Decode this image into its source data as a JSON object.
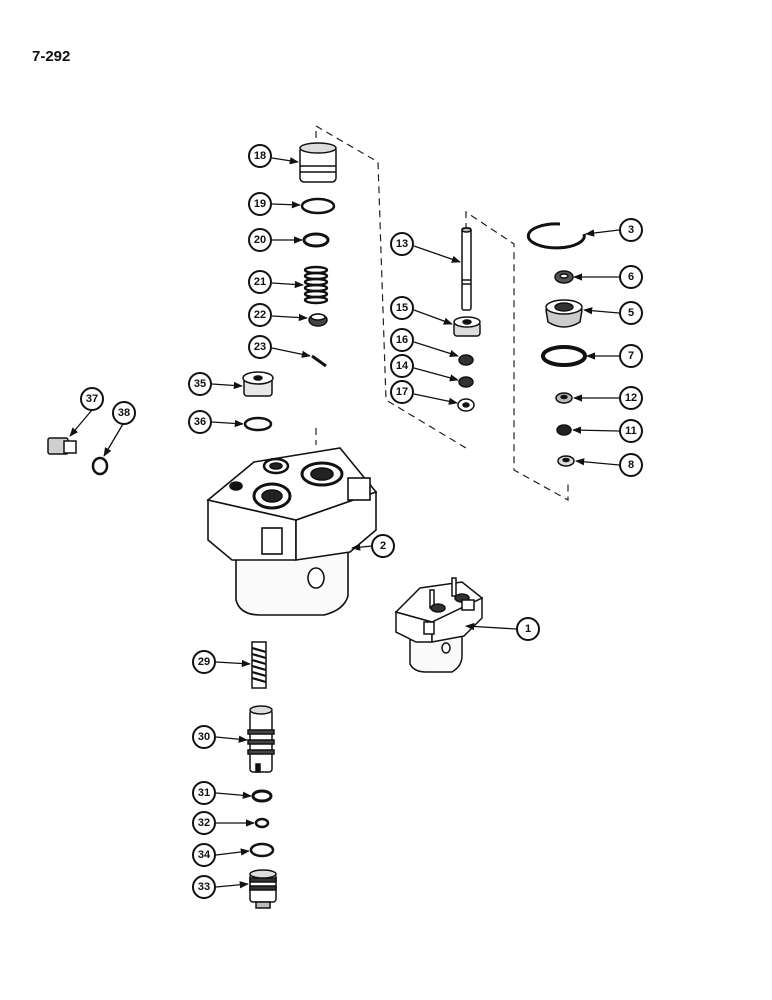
{
  "page_number": "7-292",
  "callouts": [
    {
      "id": "c18",
      "label": "18"
    },
    {
      "id": "c19",
      "label": "19"
    },
    {
      "id": "c20",
      "label": "20"
    },
    {
      "id": "c21",
      "label": "21"
    },
    {
      "id": "c22",
      "label": "22"
    },
    {
      "id": "c23",
      "label": "23"
    },
    {
      "id": "c35",
      "label": "35"
    },
    {
      "id": "c36",
      "label": "36"
    },
    {
      "id": "c37",
      "label": "37"
    },
    {
      "id": "c38",
      "label": "38"
    },
    {
      "id": "c13",
      "label": "13"
    },
    {
      "id": "c15",
      "label": "15"
    },
    {
      "id": "c16",
      "label": "16"
    },
    {
      "id": "c14",
      "label": "14"
    },
    {
      "id": "c17",
      "label": "17"
    },
    {
      "id": "c3",
      "label": "3"
    },
    {
      "id": "c6",
      "label": "6"
    },
    {
      "id": "c5",
      "label": "5"
    },
    {
      "id": "c7",
      "label": "7"
    },
    {
      "id": "c12",
      "label": "12"
    },
    {
      "id": "c11",
      "label": "11"
    },
    {
      "id": "c8",
      "label": "8"
    },
    {
      "id": "c2",
      "label": "2"
    },
    {
      "id": "c1",
      "label": "1"
    },
    {
      "id": "c29",
      "label": "29"
    },
    {
      "id": "c30",
      "label": "30"
    },
    {
      "id": "c31",
      "label": "31"
    },
    {
      "id": "c32",
      "label": "32"
    },
    {
      "id": "c34",
      "label": "34"
    },
    {
      "id": "c33",
      "label": "33"
    }
  ]
}
